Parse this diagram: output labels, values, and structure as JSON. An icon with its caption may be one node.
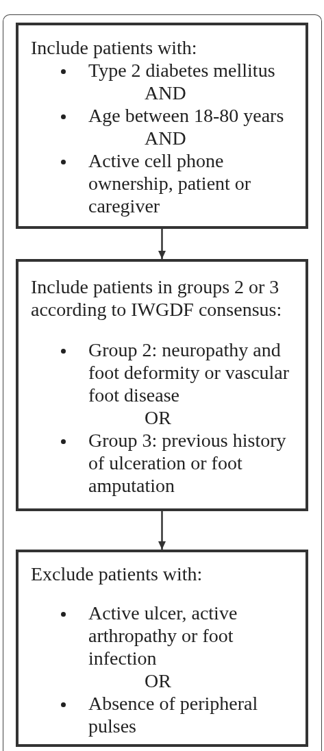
{
  "diagram": {
    "nodes": [
      {
        "text": [
          "Include patients with:",
          "Type 2 diabetes mellitus",
          "AND",
          "Age between 18-80 years",
          "AND",
          "Active cell phone ownership, patient or caregiver"
        ]
      },
      {
        "text": [
          "Include patients in groups 2 or 3 according to IWGDF consensus:",
          "Group 2: neuropathy and foot deformity or vascular foot disease",
          "OR",
          "Group 3: previous history of ulceration or foot amputation"
        ]
      },
      {
        "text": [
          "Exclude patients with:",
          "Active ulcer, active arthropathy or foot infection",
          "OR",
          "Absence of peripheral pulses"
        ]
      }
    ],
    "edges": [
      {
        "from": 0,
        "to": 1,
        "arrow": "to"
      },
      {
        "from": 1,
        "to": 2,
        "arrow": "to"
      }
    ]
  }
}
